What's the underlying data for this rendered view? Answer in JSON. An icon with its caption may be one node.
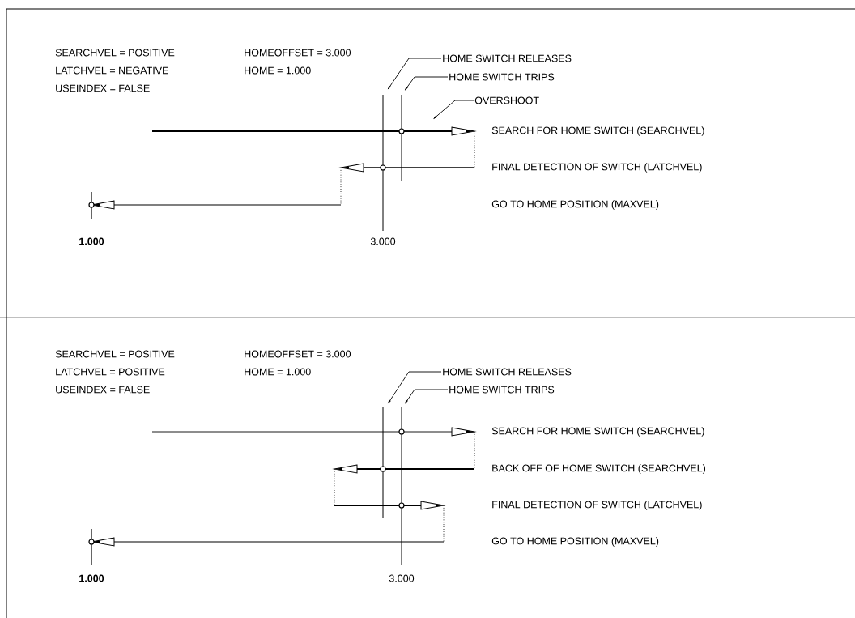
{
  "diagram": {
    "nodes": [
      {
        "text": [
          "HOME SWITCH RELEASES"
        ]
      },
      {
        "text": [
          "HOME SWITCH TRIPS"
        ]
      },
      {
        "text": [
          "OVERSHOOT"
        ]
      },
      {
        "text": [
          "HOME SWITCH RELEASES"
        ]
      },
      {
        "text": [
          "HOME SWITCH TRIPS"
        ]
      }
    ],
    "edges": [
      {
        "from": 0,
        "to": null,
        "arrow": "to"
      },
      {
        "from": 1,
        "to": null,
        "arrow": "to"
      },
      {
        "from": 2,
        "to": null,
        "arrow": "to"
      },
      {
        "from": 3,
        "to": null,
        "arrow": "to"
      },
      {
        "from": 4,
        "to": null,
        "arrow": "to"
      }
    ],
    "labels": [
      "SEARCHVEL = POSITIVE",
      "HOMEOFFSET = 3.000",
      "LATCHVEL = NEGATIVE",
      "HOME = 1.000",
      "USEINDEX = FALSE",
      "SEARCH FOR HOME SWITCH (SEARCHVEL)",
      "FINAL DETECTION OF SWITCH (LATCHVEL)",
      "GO TO HOME POSITION (MAXVEL)",
      "1.000",
      "3.000",
      "SEARCHVEL = POSITIVE",
      "HOMEOFFSET = 3.000",
      "LATCHVEL = POSITIVE",
      "HOME = 1.000",
      "USEINDEX = FALSE",
      "SEARCH FOR HOME SWITCH (SEARCHVEL)",
      "BACK OFF OF HOME SWITCH (SEARCHVEL)",
      "FINAL DETECTION OF SWITCH (LATCHVEL)",
      "GO TO HOME POSITION (MAXVEL)",
      "1.000",
      "3.000"
    ]
  }
}
